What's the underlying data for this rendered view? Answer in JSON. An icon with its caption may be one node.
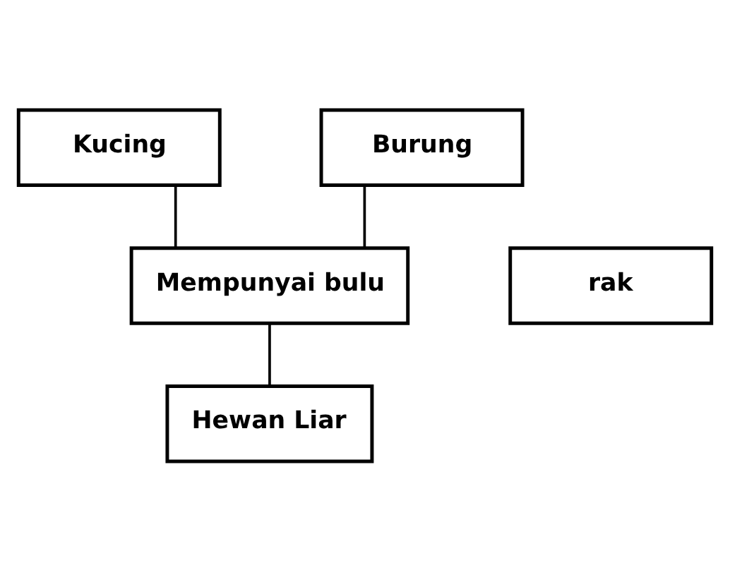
{
  "diagram": {
    "nodes": [
      {
        "text": [
          "Kucing"
        ]
      },
      {
        "text": [
          "Burung"
        ]
      },
      {
        "text": [
          "rak"
        ]
      },
      {
        "text": [
          "Mempunyai bulu"
        ]
      },
      {
        "text": [
          "Hewan Liar"
        ]
      }
    ],
    "edges": [
      {
        "from": 0,
        "to": 3,
        "arrow": "none"
      },
      {
        "from": 1,
        "to": 3,
        "arrow": "none"
      },
      {
        "from": 3,
        "to": 4,
        "arrow": "none"
      }
    ]
  }
}
